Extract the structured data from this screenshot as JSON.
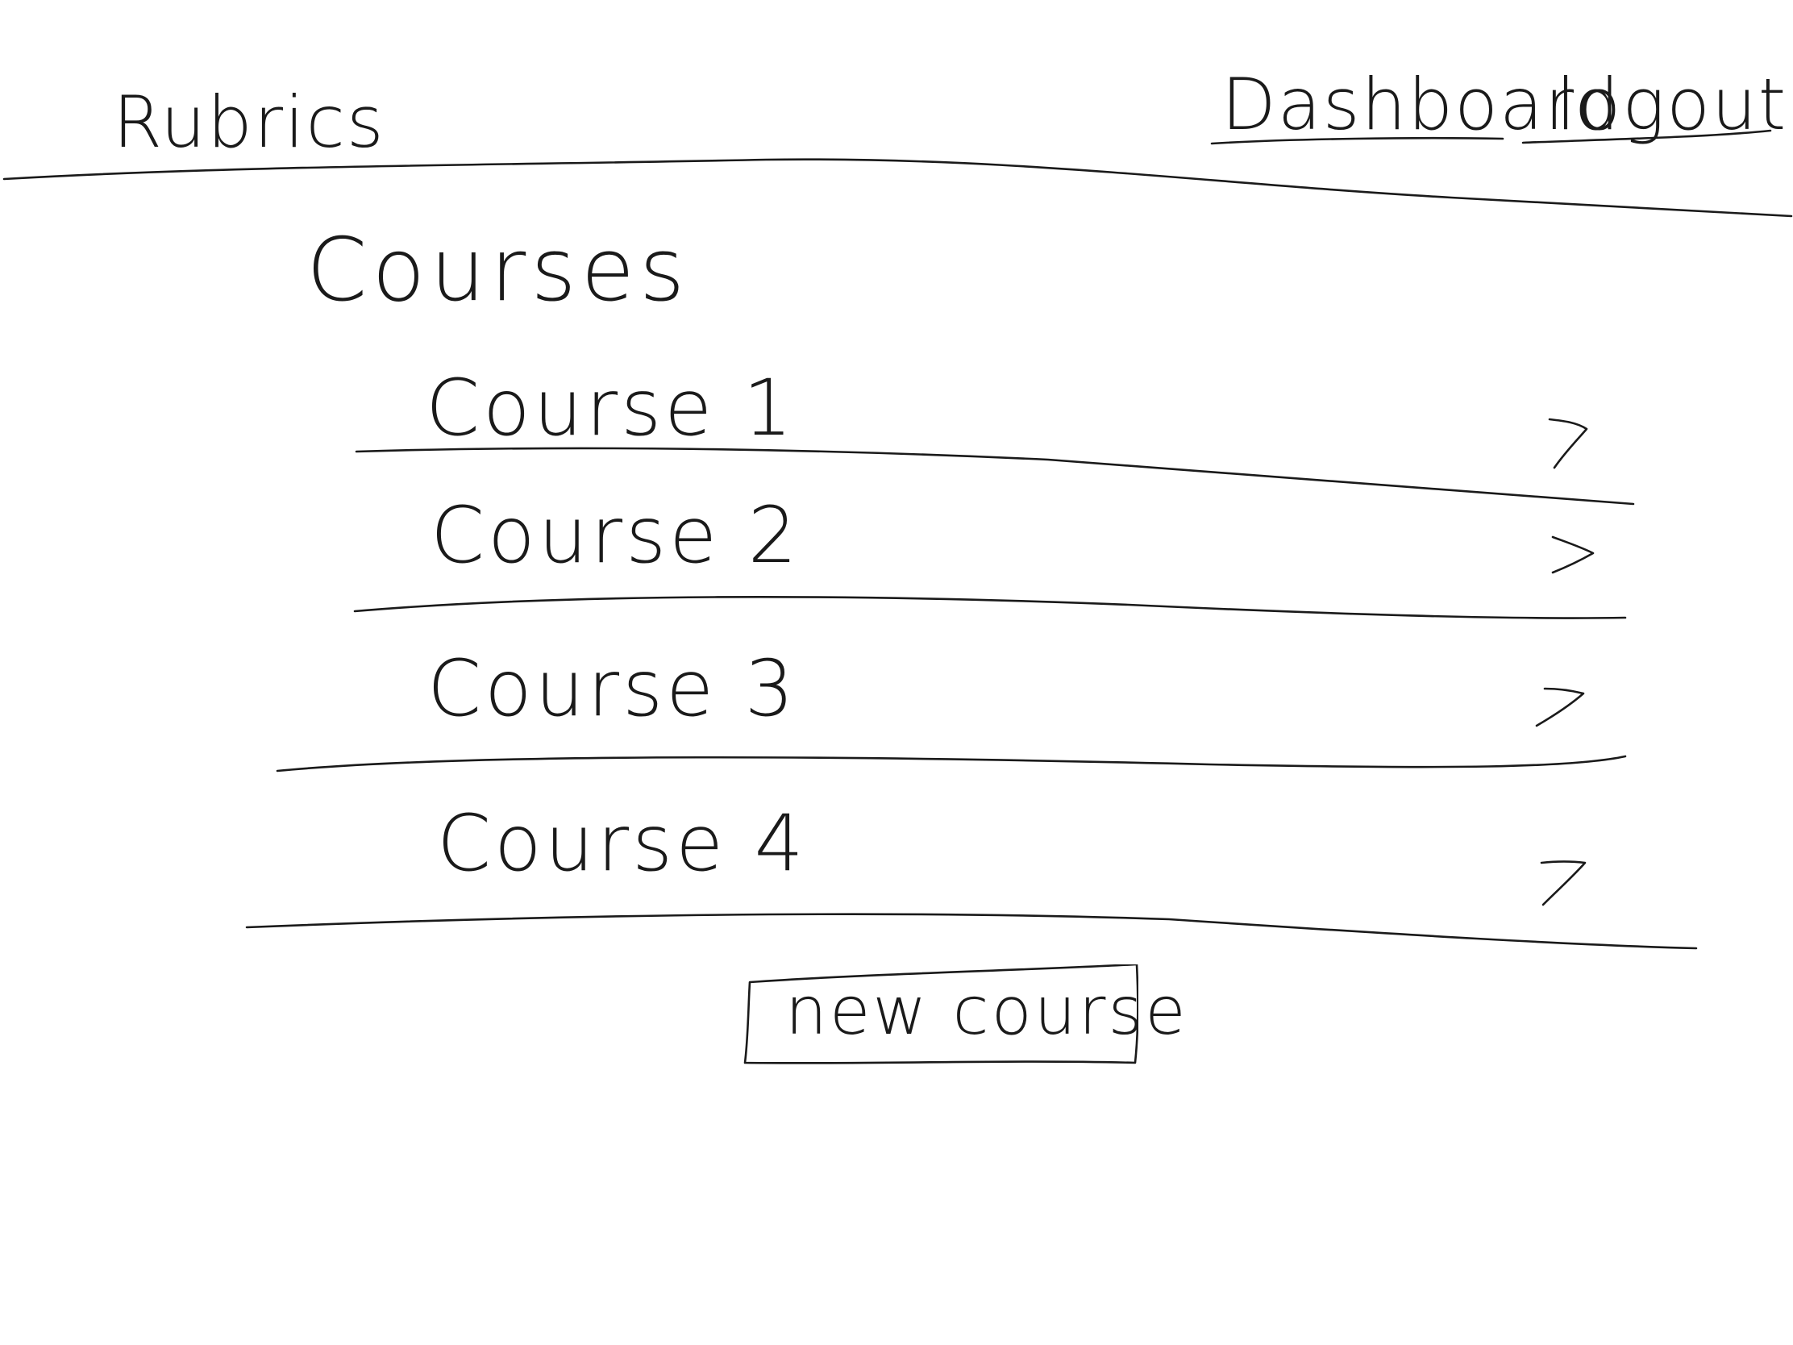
{
  "header": {
    "app_title": "Rubrics",
    "nav": {
      "dashboard_label": "Dashboard",
      "logout_label": "logout"
    }
  },
  "main": {
    "title": "Courses",
    "courses": [
      {
        "label": "Course 1",
        "chevron": ">"
      },
      {
        "label": "Course 2",
        "chevron": ">"
      },
      {
        "label": "Course 3",
        "chevron": ">"
      },
      {
        "label": "Course 4",
        "chevron": ">"
      }
    ],
    "new_course_label": "new course"
  },
  "icons": {
    "row_chevron": "chevron-right-icon"
  }
}
